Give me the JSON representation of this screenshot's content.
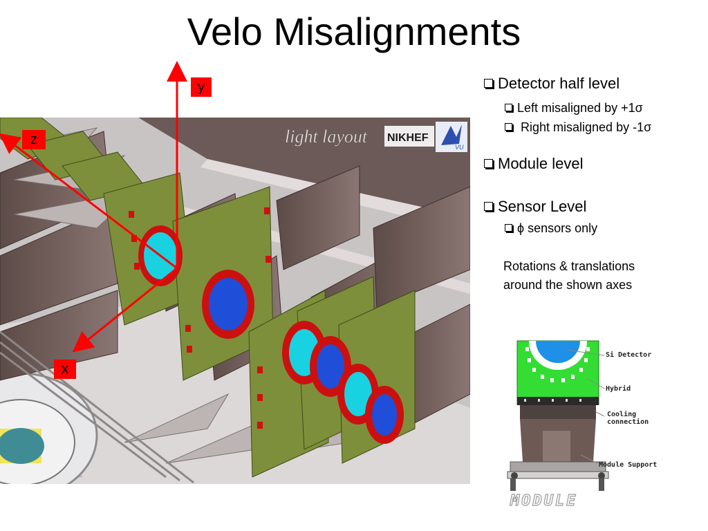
{
  "slide": {
    "title": "Velo Misalignments"
  },
  "render": {
    "watermark": "light layout",
    "logo_text": "NIKHEF",
    "logo2_text": "VU"
  },
  "axes": {
    "y_label": "y",
    "z_label": "z",
    "x_label": "x",
    "axis_color": "#ff0000"
  },
  "bullets": {
    "detector_half": "Detector half level",
    "left_misaligned": "Left misaligned by +1σ",
    "right_misaligned": " Right misaligned by -1σ",
    "module_level": "Module level",
    "sensor_level": "Sensor Level",
    "phi_sensors": "ϕ sensors only",
    "rotations_line1": "Rotations & translations",
    "rotations_line2": "around the shown axes"
  },
  "module_diagram": {
    "si_detector": "Si Detector",
    "hybrid": "Hybrid",
    "cooling_line1": "Cooling",
    "cooling_line2": "connection",
    "module_support": "Module Support",
    "module_title": "MODULE"
  },
  "colors": {
    "hybrid_green": "#7d8f3a",
    "sensor_blue": "#1f4fd8",
    "sensor_cyan": "#1fd6e6",
    "support_brown": "#6e5a55",
    "module_green": "#33dd33"
  }
}
